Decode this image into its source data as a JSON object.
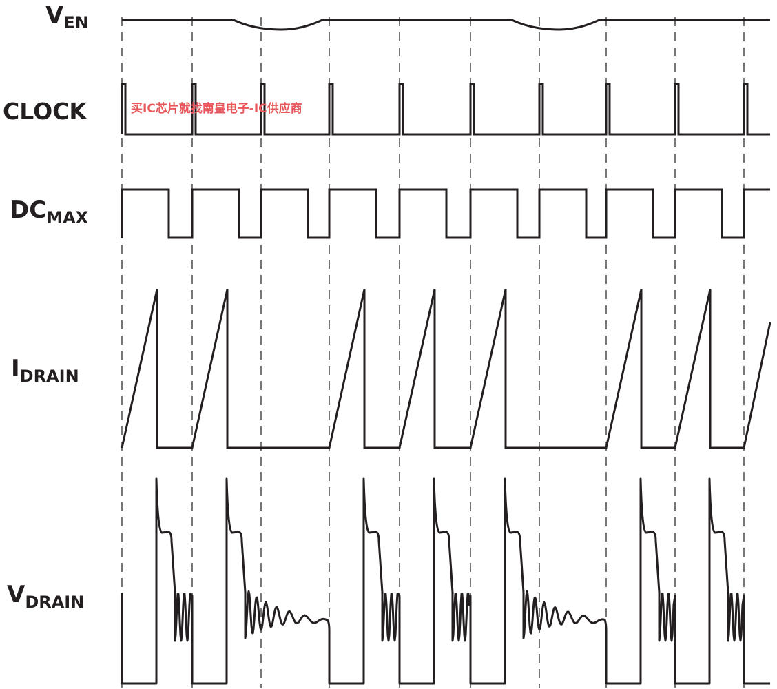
{
  "labels": {
    "ven": {
      "main": "V",
      "sub": "EN"
    },
    "clock": {
      "main": "CLOCK"
    },
    "dcmax": {
      "main": "DC",
      "sub": "MAX"
    },
    "idrain": {
      "main": "I",
      "sub": "DRAIN"
    },
    "vdrain": {
      "main": "V",
      "sub": "DRAIN"
    }
  },
  "watermark": "买IC芯片就找南皇电子-IC供应商",
  "cycles": [
    {
      "switching": true,
      "ringing": "short"
    },
    {
      "switching": true,
      "ringing": "long"
    },
    {
      "switching": false,
      "ven_dip": true
    },
    {
      "switching": true,
      "ringing": "short"
    },
    {
      "switching": true,
      "ringing": "short"
    },
    {
      "switching": true,
      "ringing": "long"
    },
    {
      "switching": false,
      "ven_dip": true
    },
    {
      "switching": true,
      "ringing": "short"
    },
    {
      "switching": true,
      "ringing": "short"
    },
    {
      "switching": true,
      "ringing": "partial"
    }
  ],
  "colors": {
    "trace": "#231f20",
    "grid": "#555555",
    "watermark": "#e8585a"
  }
}
